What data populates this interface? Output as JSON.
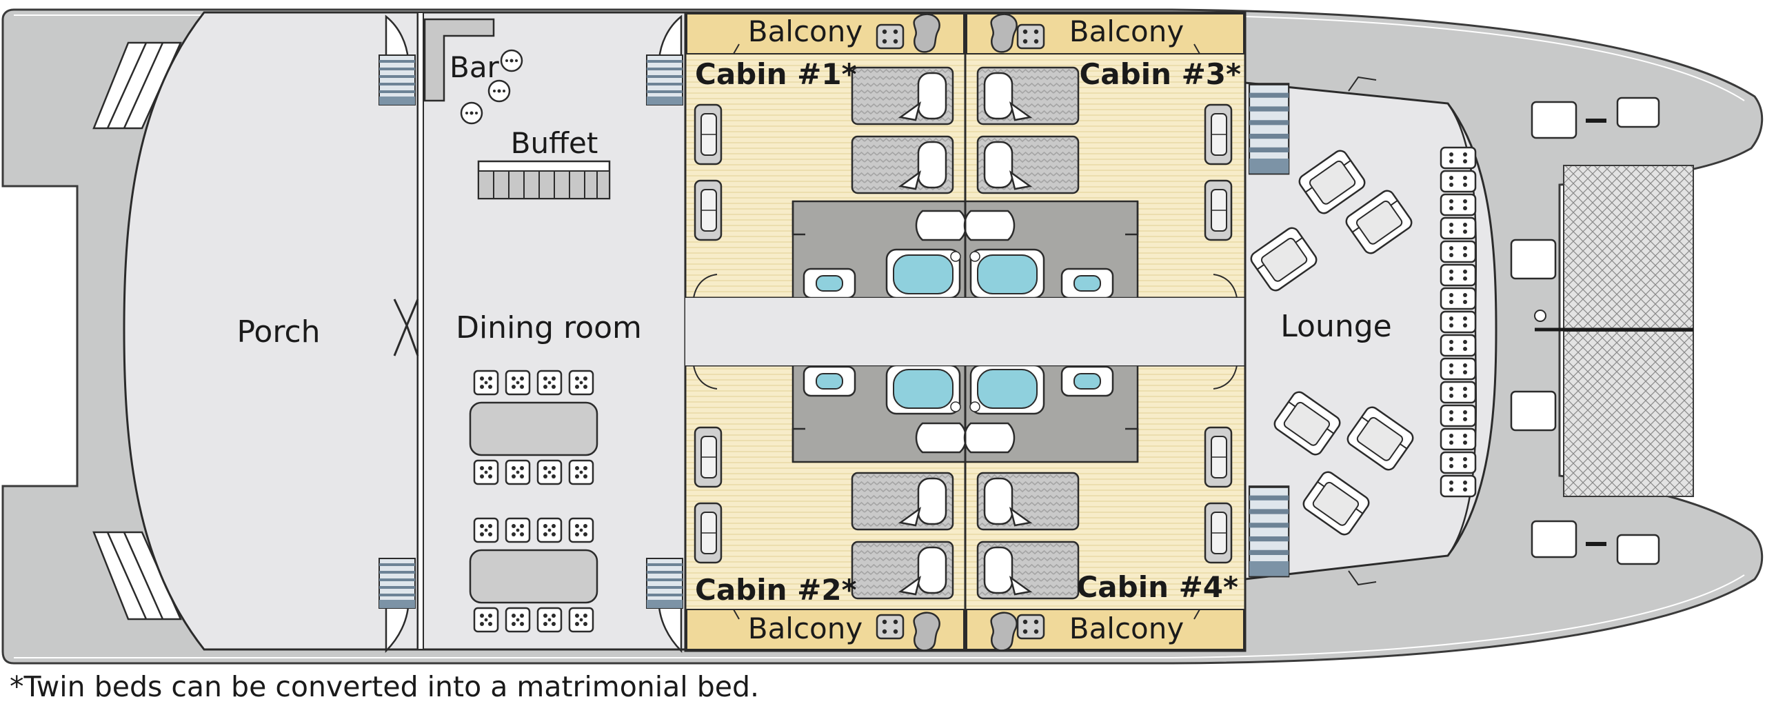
{
  "labels": {
    "porch": "Porch",
    "dining_room": "Dining room",
    "bar": "Bar",
    "buffet": "Buffet",
    "lounge": "Lounge",
    "cabin_1": "Cabin #1*",
    "cabin_2": "Cabin #2*",
    "cabin_3": "Cabin #3*",
    "cabin_4": "Cabin #4*",
    "balcony": "Balcony"
  },
  "footnote": "*Twin beds can be converted into a matrimonial bed.",
  "colors": {
    "hull": "#c8c9c9",
    "interior": "#e7e7e9",
    "cabin": "#f7ecc9",
    "balcony": "#f0d99a",
    "bathroom": "#a7a7a4",
    "tub": "#8fd0dd",
    "stairs": "#7c93a6",
    "outline": "#2b2b2b"
  }
}
